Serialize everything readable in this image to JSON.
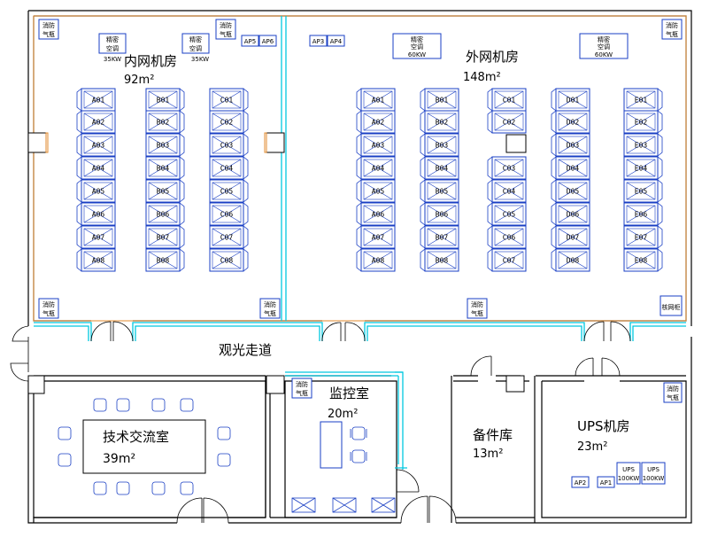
{
  "rooms": {
    "inner": {
      "name": "内网机房",
      "area": "92m²"
    },
    "outer": {
      "name": "外网机房",
      "area": "148m²"
    },
    "corridor": {
      "name": "观光走道"
    },
    "exchange": {
      "name": "技术交流室",
      "area": "39m²"
    },
    "monitor": {
      "name": "监控室",
      "area": "20m²"
    },
    "spare": {
      "name": "备件库",
      "area": "13m²"
    },
    "ups": {
      "name": "UPS机房",
      "area": "23m²"
    }
  },
  "gas_label": [
    "消防",
    "气瓶"
  ],
  "ac_units": [
    {
      "lines": [
        "精密",
        "空调"
      ],
      "power": "35KW"
    },
    {
      "lines": [
        "精密",
        "空调"
      ],
      "power": "35KW"
    },
    {
      "lines": [
        "精密",
        "空调"
      ],
      "power": "60KW"
    },
    {
      "lines": [
        "精密",
        "空调"
      ],
      "power": "60KW"
    }
  ],
  "panels": {
    "ap5": "AP5",
    "ap6": "AP6",
    "ap3": "AP3",
    "ap4": "AP4",
    "ap2": "AP2",
    "ap1": "AP1"
  },
  "ups_units": [
    {
      "name": "UPS",
      "power": "100KW"
    },
    {
      "name": "UPS",
      "power": "100KW"
    }
  ],
  "special_rack": "核网柜",
  "rack_columns": [
    {
      "side": "left",
      "labels": [
        "A01",
        "A02",
        "A03",
        "A04",
        "A05",
        "A06",
        "A07",
        "A08"
      ]
    },
    {
      "side": "right",
      "labels": [
        "B01",
        "B02",
        "B03",
        "B04",
        "B05",
        "B06",
        "B07",
        "B08"
      ]
    },
    {
      "side": "right",
      "labels": [
        "C01",
        "C02",
        "C03",
        "C04",
        "C05",
        "C06",
        "C07",
        "C08"
      ]
    },
    {
      "side": "left",
      "labels": [
        "A01",
        "A02",
        "A03",
        "A04",
        "A05",
        "A06",
        "A07",
        "A08"
      ]
    },
    {
      "side": "left",
      "labels": [
        "B01",
        "B02",
        "B03",
        "B04",
        "B05",
        "B06",
        "B07",
        "B08"
      ]
    },
    {
      "side": "left",
      "labels": [
        "C01",
        "C02",
        "C03",
        "C04",
        "C05",
        "C06",
        "C07"
      ]
    },
    {
      "side": "left",
      "labels": [
        "D01",
        "D02",
        "D03",
        "D04",
        "D05",
        "D06",
        "D07",
        "D08"
      ]
    },
    {
      "side": "right",
      "labels": [
        "E01",
        "E02",
        "E03",
        "E04",
        "E05",
        "E06",
        "E07",
        "E08"
      ]
    }
  ]
}
